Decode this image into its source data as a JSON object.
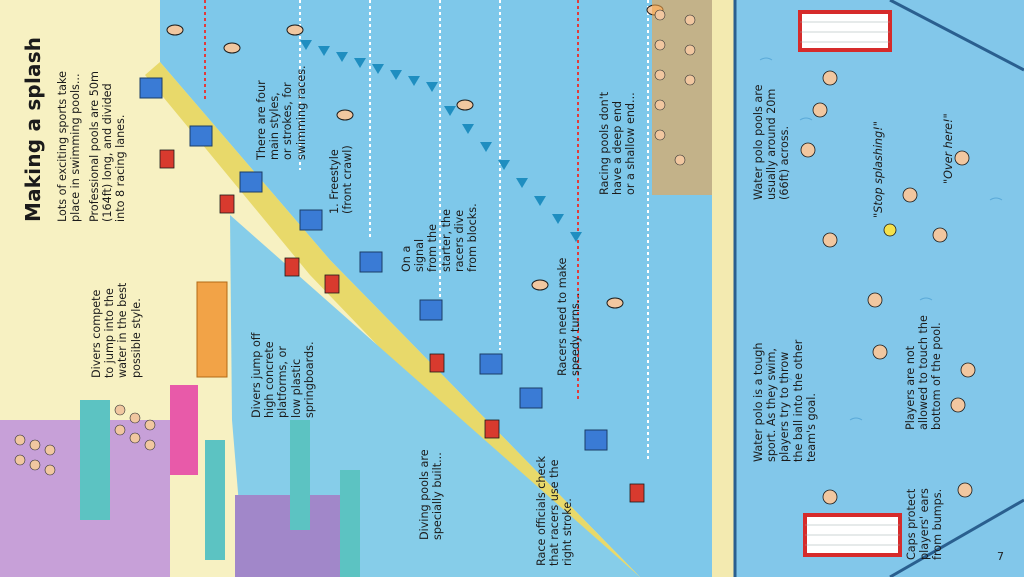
{
  "page": {
    "title": "Making a splash",
    "intro": "Lots of exciting sports take\nplace in swimming pools...",
    "intro2": "Professional pools are 50m\n(164ft) long, and divided\ninto 8 racing lanes.",
    "page_number": "7"
  },
  "captions": {
    "divers_compete": "Divers compete\nto jump into the\nwater in the best\npossible style.",
    "divers_jump": "Divers jump off\nhigh concrete\nplatforms, or\nlow plastic\nspringboards.",
    "diving_pools": "Diving pools are\nspecially built...",
    "four_styles": "There are four\nmain styles,\nor strokes, for\nswimming races.",
    "freestyle": "1. Freestyle\n(front crawl)",
    "signal": "On a\nsignal\nfrom the\nstarter, the\nracers dive\nfrom blocks.",
    "officials": "Race officials check\nthat racers use the\nright stroke.",
    "turns": "Racers need to make\nspeedy turns...",
    "no_deep_end": "Racing pools don't\nhave a deep end\nor a shallow end...",
    "polo_width": "Water polo pools are\nusually around 20m\n(66ft) across.",
    "polo_tough": "Water polo is a tough\nsport. As they swim,\nplayers try to throw\nthe ball into the other\nteam's goal.",
    "no_touch": "Players are not\nallowed to touch the\nbottom of the pool.",
    "caps": "Caps protect\nplayers' ears\nfrom bumps.",
    "stop_splashing": "\"Stop splashing!\"",
    "over_here": "\"Over here!\""
  },
  "colors": {
    "page_bg": "#f7f1c2",
    "water": "#7ec8ea",
    "water_dark": "#4fa7d6",
    "deck": "#f3eab0",
    "lane_rope": "#e23b3b",
    "flag": "#1f8ec0",
    "pink": "#e85aa9",
    "purple": "#a187c9"
  }
}
